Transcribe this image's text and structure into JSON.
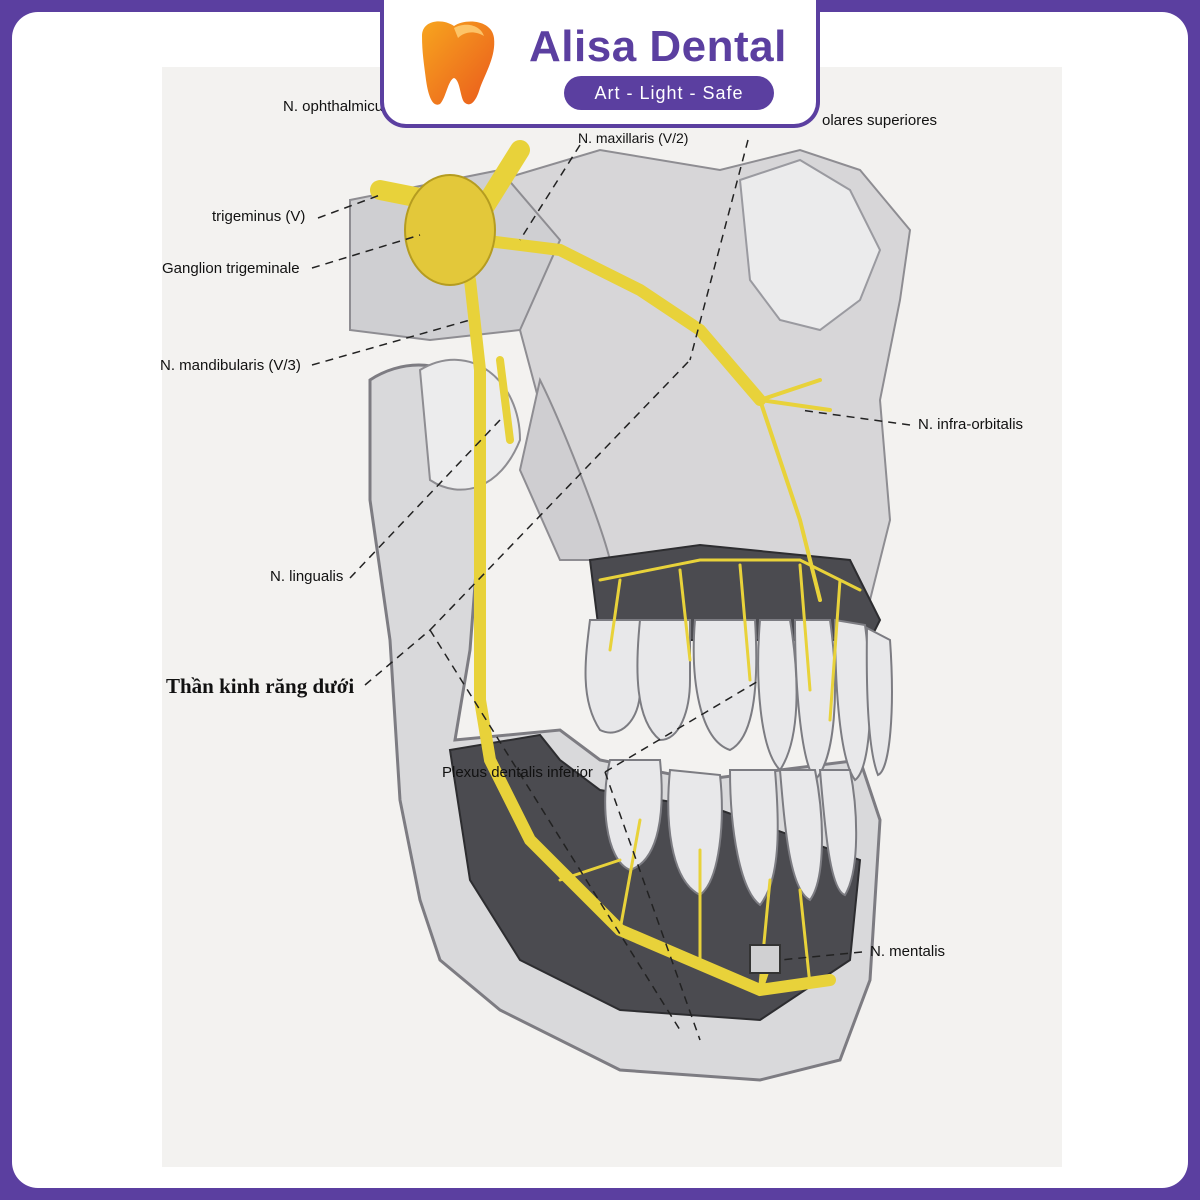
{
  "brand": {
    "name": "Alisa Dental",
    "tagline": "Art - Light - Safe",
    "colors": {
      "primary": "#5b3fa0",
      "accent": "#f28c1e",
      "nerve": "#e8d23a"
    }
  },
  "diagram": {
    "labels": {
      "ophthalmicus": "N. ophthalmicu",
      "alveolares": "olares superiores",
      "maxillaris": "N. maxillaris (V/2)",
      "trigeminus": "trigeminus (V)",
      "ganglion": "Ganglion trigeminale",
      "mandibularis": "N. mandibularis (V/3)",
      "infraorbitalis": "N. infra-orbitalis",
      "lingualis": "N. lingualis",
      "inferior_alveolar_vn": "Thần kinh răng dưới",
      "mentalis": "N. mentalis",
      "plexus": "Plexus dentalis inferior"
    }
  }
}
